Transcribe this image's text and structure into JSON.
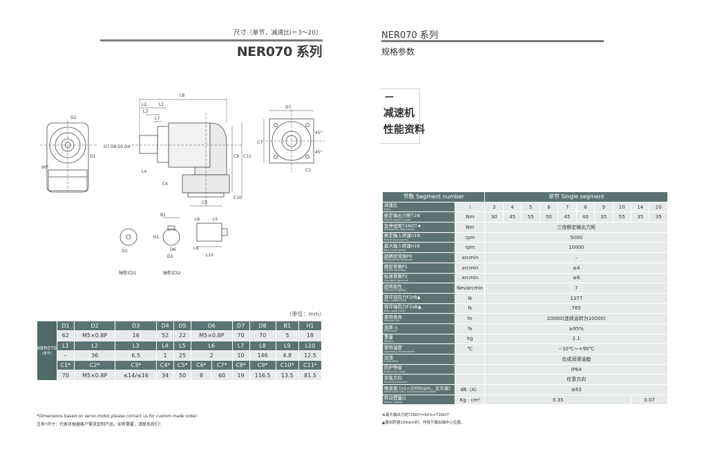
{
  "left_page": {
    "subtitle": "尺寸（单节，减速比i＝3～20）",
    "title": "NER070 系列",
    "unit_label": "（单位：mm）",
    "drawing_labels": {
      "L8": "L8",
      "L2": "L2",
      "L1": "L1",
      "L3": "L3",
      "L7": "L7",
      "D2": "D2",
      "D7": "D7",
      "D8": "D8",
      "D5": "D5",
      "D4": "D4",
      "D1": "D1",
      "D3": "D3",
      "D6": "D6",
      "C5": "C5",
      "C4": "C4",
      "C10": "C10",
      "C9": "C9",
      "C11": "C11",
      "C7": "C7",
      "C1": "C1",
      "L4": "L4",
      "B1": "B1",
      "H1": "H1",
      "L5": "L5",
      "L6": "L6",
      "L9": "L9",
      "L10": "L10",
      "deg90": "90°",
      "deg45a": "45°",
      "deg45b": "45°",
      "shaft1": "轴型式S1",
      "shaft2": "轴型式S2"
    },
    "dim_table": {
      "model": "NER070",
      "model_note": "(单节)",
      "rows": [
        {
          "type": "hdr",
          "cells": [
            "D1",
            "D2",
            "D3",
            "D4",
            "D5",
            "D6",
            "D7",
            "D8",
            "B1",
            "H1"
          ]
        },
        {
          "type": "val",
          "cells": [
            "62",
            "M5×0.8P",
            "16",
            "52",
            "22",
            "M5×0.8P",
            "70",
            "70",
            "5",
            "18"
          ]
        },
        {
          "type": "hdr",
          "cells": [
            "L1",
            "L2",
            "L3",
            "L4",
            "L5",
            "L6",
            "L7",
            "L8",
            "L9",
            "L10"
          ]
        },
        {
          "type": "val",
          "cells": [
            "–",
            "36",
            "6.5",
            "1",
            "25",
            "2",
            "10",
            "146",
            "4.8",
            "12.5"
          ]
        },
        {
          "type": "hdr",
          "cells": [
            "C1*",
            "C2*",
            "C3*",
            "C4*",
            "C5*",
            "C6*",
            "C7*",
            "C8*",
            "C9*",
            "C10*",
            "C11*"
          ]
        },
        {
          "type": "val",
          "cells": [
            "70",
            "M5×0.8P",
            "≤14/≤16",
            "34",
            "50",
            "8",
            "60",
            "19",
            "116.5",
            "13.5",
            "81.5"
          ]
        }
      ]
    },
    "note_star": "*",
    "note_en": "Dimensions based on servo-motor,please contact us for custom made order.",
    "note_cn": "注有*尺寸：代表可根据客户需求定制产品，如有需要，请联系我们!"
  },
  "right_page": {
    "title": "NER070 系列",
    "subtitle": "规格参数",
    "tag_dash": "—",
    "tag_line1": "减速机",
    "tag_line2": "性能资料",
    "spec_table": {
      "header_left": "节数 Segment number",
      "header_right": "单节 Single segment",
      "ratio_row": {
        "cn": "减速比",
        "en": "Ratio",
        "unit": "i",
        "values": [
          "3",
          "4",
          "5",
          "6",
          "7",
          "8",
          "9",
          "10",
          "14",
          "20"
        ]
      },
      "torque_row": {
        "cn": "额定输出力矩T2N",
        "en": "Rated output torque",
        "unit": "Nm",
        "values": [
          "30",
          "45",
          "55",
          "50",
          "45",
          "40",
          "35",
          "55",
          "35",
          "35"
        ]
      },
      "rows": [
        {
          "cn": "急停扭矩T2NOT★",
          "en": "Emergency stop torque",
          "unit": "Nm",
          "value": "三倍额定输出力矩"
        },
        {
          "cn": "额定输入转速n1N",
          "en": "Rated input speed",
          "unit": "rpm",
          "value": "5000"
        },
        {
          "cn": "最大输入转速n1B",
          "en": "Max input speed",
          "unit": "rpm",
          "value": "10000"
        },
        {
          "cn": "超精密背隙P0",
          "en": "Ultraprecise backlash",
          "unit": "arcmin",
          "value": "–"
        },
        {
          "cn": "精密背隙P1",
          "en": "Precise backlash",
          "unit": "arcmin",
          "value": "≤4"
        },
        {
          "cn": "标准背隙P2",
          "en": "Standard backlash",
          "unit": "arcmin",
          "value": "≤6"
        },
        {
          "cn": "扭转刚性",
          "en": "Torsional rigidity",
          "unit": "Nm/arcmin",
          "value": "7"
        },
        {
          "cn": "容许径向力F2rB▲",
          "en": "Max. radial Force",
          "unit": "N",
          "value": "1377"
        },
        {
          "cn": "容许轴向力F2aB▲",
          "en": "Max. axial Force",
          "unit": "N",
          "value": "765"
        },
        {
          "cn": "使用寿命",
          "en": "Service Life",
          "unit": "hr",
          "value": "20000(连续运转为10000)"
        },
        {
          "cn": "效率 η",
          "en": "Efficiency",
          "unit": "%",
          "value": "≥95%"
        },
        {
          "cn": "重量",
          "en": "Weight",
          "unit": "kg",
          "value": "2.1"
        },
        {
          "cn": "使用温度",
          "en": "Operating Temperature",
          "unit": "℃",
          "value": "−10℃～+90℃"
        },
        {
          "cn": "润滑",
          "en": "Lubrication",
          "unit": "",
          "value": "合成润滑油脂"
        },
        {
          "cn": "防护等级",
          "en": "Protection Class",
          "unit": "",
          "value": "IP64"
        },
        {
          "cn": "安装方向",
          "en": "Mounting Position",
          "unit": "",
          "value": "任意方向"
        },
        {
          "cn": "噪音值 (n1=3000rpm，无负载)",
          "en": "Noise Level (N1=3000rpm,Non-Loaded)",
          "unit": "dB（A）",
          "value": "≤63"
        }
      ],
      "inertia_row": {
        "cn": "转动惯量J1",
        "en": "Rotary inertia",
        "unit": "Kg · cm²",
        "value_a": "0.35",
        "value_b": "0.07"
      }
    },
    "footnote1": "★最大输出力矩T2NOT=60%×T2NOT",
    "footnote2": "▲输出转速100rpm时，作用于输出轴中心位置。"
  }
}
